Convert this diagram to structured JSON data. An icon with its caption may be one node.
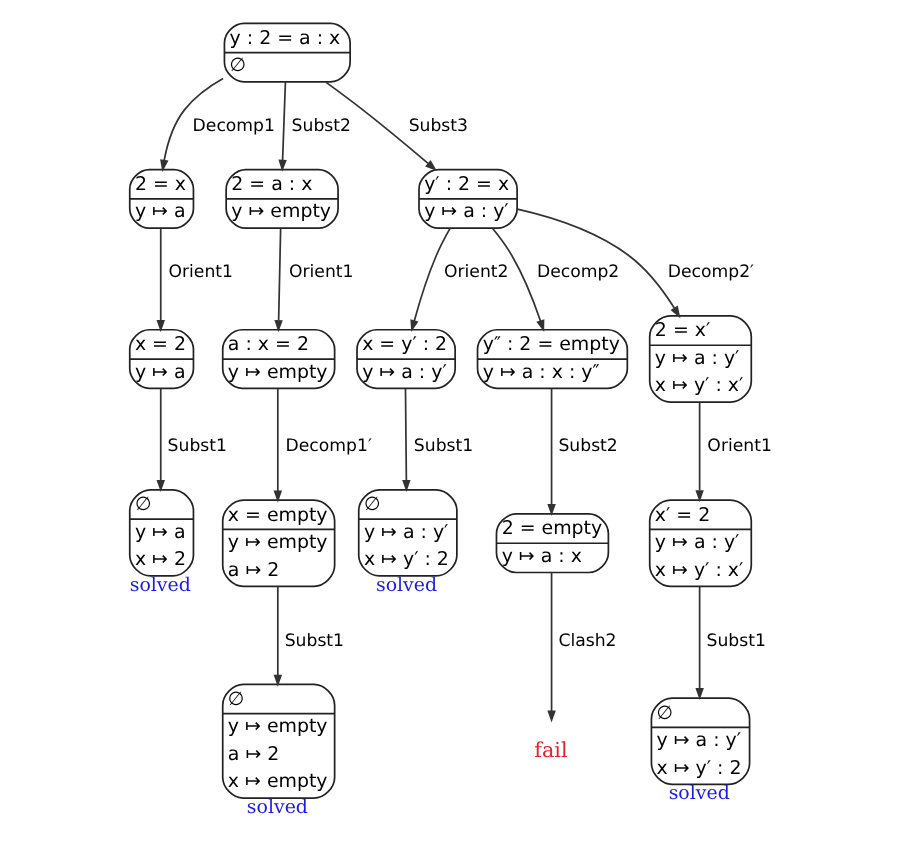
{
  "diagram": {
    "nodes": [
      {
        "text": [
          "y : 2 = a : x",
          "∅"
        ]
      },
      {
        "text": [
          "2 = x",
          "y ↦ a"
        ]
      },
      {
        "text": [
          "2 = a : x",
          "y ↦ empty"
        ]
      },
      {
        "text": [
          "y′ : 2 = x",
          "y ↦ a : y′"
        ]
      },
      {
        "text": [
          "x = 2",
          "y ↦ a"
        ]
      },
      {
        "text": [
          "a : x = 2",
          "y ↦ empty"
        ]
      },
      {
        "text": [
          "x = y′ : 2",
          "y ↦ a : y′"
        ]
      },
      {
        "text": [
          "y″ : 2 = empty",
          "y ↦ a : x : y″"
        ]
      },
      {
        "text": [
          "2 = x′",
          "y ↦ a : y′",
          "x ↦ y′ : x′"
        ]
      },
      {
        "text": [
          "∅",
          "y ↦ a",
          "x ↦ 2"
        ],
        "beside": [
          "solved"
        ]
      },
      {
        "text": [
          "x = empty",
          "y ↦ empty",
          "a ↦ 2"
        ]
      },
      {
        "text": [
          "∅",
          "y ↦ a : y′",
          "x ↦ y′ : 2"
        ],
        "beside": [
          "solved"
        ]
      },
      {
        "text": [
          "2 = empty",
          "y ↦ a : x"
        ]
      },
      {
        "text": [
          "x′ = 2",
          "y ↦ a : y′",
          "x ↦ y′ : x′"
        ]
      },
      {
        "text": [
          "∅",
          "y ↦ empty",
          "a ↦ 2",
          "x ↦ empty"
        ],
        "beside": [
          "solved"
        ]
      },
      {
        "text": [
          "fail"
        ]
      },
      {
        "text": [
          "∅",
          "y ↦ a : y′",
          "x ↦ y′ : 2"
        ],
        "beside": [
          "solved"
        ]
      }
    ],
    "edges": [
      {
        "from": 0,
        "to": 1,
        "arrow": "to",
        "label": "Decomp1"
      },
      {
        "from": 0,
        "to": 2,
        "arrow": "to",
        "label": "Subst2"
      },
      {
        "from": 0,
        "to": 3,
        "arrow": "to",
        "label": "Subst3"
      },
      {
        "from": 1,
        "to": 4,
        "arrow": "to",
        "label": "Orient1"
      },
      {
        "from": 2,
        "to": 5,
        "arrow": "to",
        "label": "Orient1"
      },
      {
        "from": 3,
        "to": 6,
        "arrow": "to",
        "label": "Orient2"
      },
      {
        "from": 3,
        "to": 7,
        "arrow": "to",
        "label": "Decomp2"
      },
      {
        "from": 3,
        "to": 8,
        "arrow": "to",
        "label": "Decomp2′"
      },
      {
        "from": 4,
        "to": 9,
        "arrow": "to",
        "label": "Subst1"
      },
      {
        "from": 5,
        "to": 10,
        "arrow": "to",
        "label": "Decomp1′"
      },
      {
        "from": 6,
        "to": 11,
        "arrow": "to",
        "label": "Subst1"
      },
      {
        "from": 7,
        "to": 12,
        "arrow": "to",
        "label": "Subst2"
      },
      {
        "from": 8,
        "to": 13,
        "arrow": "to",
        "label": "Orient1"
      },
      {
        "from": 10,
        "to": 14,
        "arrow": "to",
        "label": "Subst1"
      },
      {
        "from": 12,
        "to": 15,
        "arrow": "to",
        "label": "Clash2"
      },
      {
        "from": 13,
        "to": 16,
        "arrow": "to",
        "label": "Subst1"
      }
    ]
  }
}
